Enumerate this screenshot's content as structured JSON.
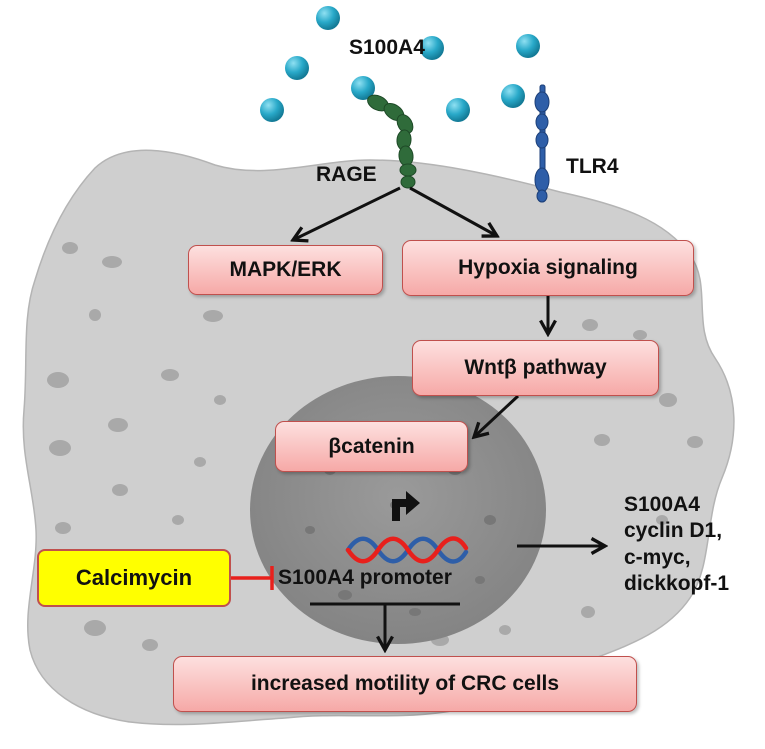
{
  "ligand": {
    "label": "S100A4",
    "color": "#29a9c9"
  },
  "receptors": {
    "rage": "RAGE",
    "tlr4": "TLR4"
  },
  "pathway": {
    "mapk": "MAPK/ERK",
    "hypoxia": "Hypoxia signaling",
    "wnt": "Wntβ pathway",
    "bcatenin": "βcatenin",
    "promoter": "S100A4 promoter",
    "outcome": "increased motility of CRC cells"
  },
  "inhibitor": {
    "label": "Calcimycin",
    "color": "#ffff00",
    "inhibition_color": "#e8201c"
  },
  "target_genes": [
    "S100A4",
    "cyclin D1,",
    "c-myc,",
    "dickkopf-1"
  ],
  "colors": {
    "cell": "#cfcfcf",
    "nucleus": "#8f8f8f",
    "box_fill": "#f8b4b2",
    "box_border": "#c0504d",
    "rage": "#2f6b3a",
    "tlr4": "#2e5ea8"
  }
}
